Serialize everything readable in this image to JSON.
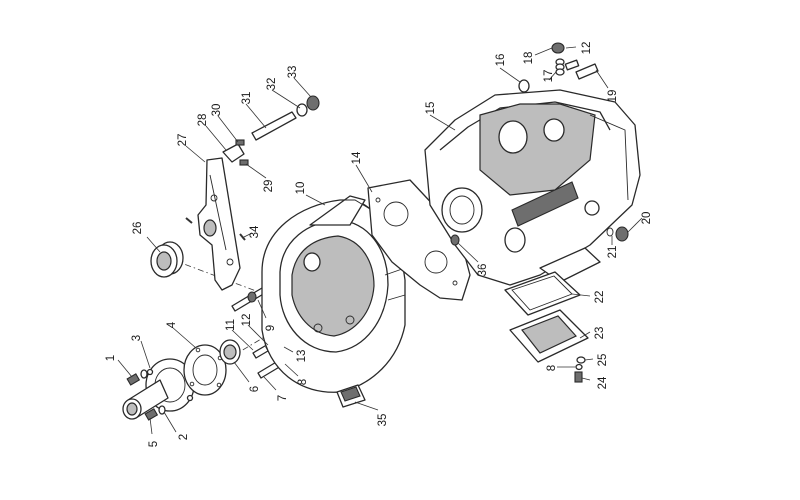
{
  "callouts": [
    {
      "id": "c1",
      "text": "1"
    },
    {
      "id": "c2",
      "text": "2"
    },
    {
      "id": "c3",
      "text": "3"
    },
    {
      "id": "c4",
      "text": "4"
    },
    {
      "id": "c5",
      "text": "5"
    },
    {
      "id": "c6",
      "text": "6"
    },
    {
      "id": "c7",
      "text": "7"
    },
    {
      "id": "c8a",
      "text": "8"
    },
    {
      "id": "c8b",
      "text": "8"
    },
    {
      "id": "c9",
      "text": "9"
    },
    {
      "id": "c10",
      "text": "10"
    },
    {
      "id": "c11",
      "text": "11"
    },
    {
      "id": "c12a",
      "text": "12"
    },
    {
      "id": "c12b",
      "text": "12"
    },
    {
      "id": "c13",
      "text": "13"
    },
    {
      "id": "c14",
      "text": "14"
    },
    {
      "id": "c15",
      "text": "15"
    },
    {
      "id": "c16",
      "text": "16"
    },
    {
      "id": "c17",
      "text": "17"
    },
    {
      "id": "c18",
      "text": "18"
    },
    {
      "id": "c19",
      "text": "19"
    },
    {
      "id": "c20",
      "text": "20"
    },
    {
      "id": "c21",
      "text": "21"
    },
    {
      "id": "c22",
      "text": "22"
    },
    {
      "id": "c23",
      "text": "23"
    },
    {
      "id": "c24",
      "text": "24"
    },
    {
      "id": "c25",
      "text": "25"
    },
    {
      "id": "c26",
      "text": "26"
    },
    {
      "id": "c27",
      "text": "27"
    },
    {
      "id": "c28",
      "text": "28"
    },
    {
      "id": "c29",
      "text": "29"
    },
    {
      "id": "c30",
      "text": "30"
    },
    {
      "id": "c31",
      "text": "31"
    },
    {
      "id": "c32",
      "text": "32"
    },
    {
      "id": "c33",
      "text": "33"
    },
    {
      "id": "c34",
      "text": "34"
    },
    {
      "id": "c35",
      "text": "35"
    },
    {
      "id": "c36",
      "text": "36"
    }
  ]
}
